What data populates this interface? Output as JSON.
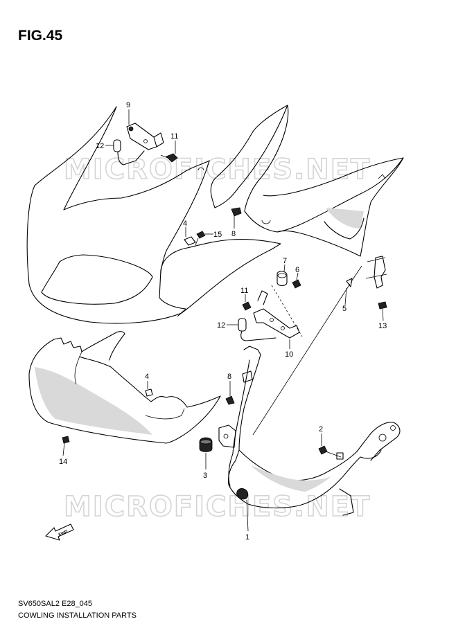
{
  "figure": {
    "title": "FIG.45"
  },
  "watermark": {
    "text": "MICROFICHES.NET"
  },
  "callouts": {
    "c1": "1",
    "c2": "2",
    "c3": "3",
    "c4a": "4",
    "c4b": "4",
    "c5": "5",
    "c6": "6",
    "c7": "7",
    "c8a": "8",
    "c8b": "8",
    "c9": "9",
    "c10": "10",
    "c11a": "11",
    "c11b": "11",
    "c12a": "12",
    "c12b": "12",
    "c13": "13",
    "c14": "14",
    "c15": "15"
  },
  "fwd_label": "FWD",
  "footer": {
    "code": "SV650SAL2 E28_045",
    "title": "COWLING INSTALLATION PARTS"
  }
}
